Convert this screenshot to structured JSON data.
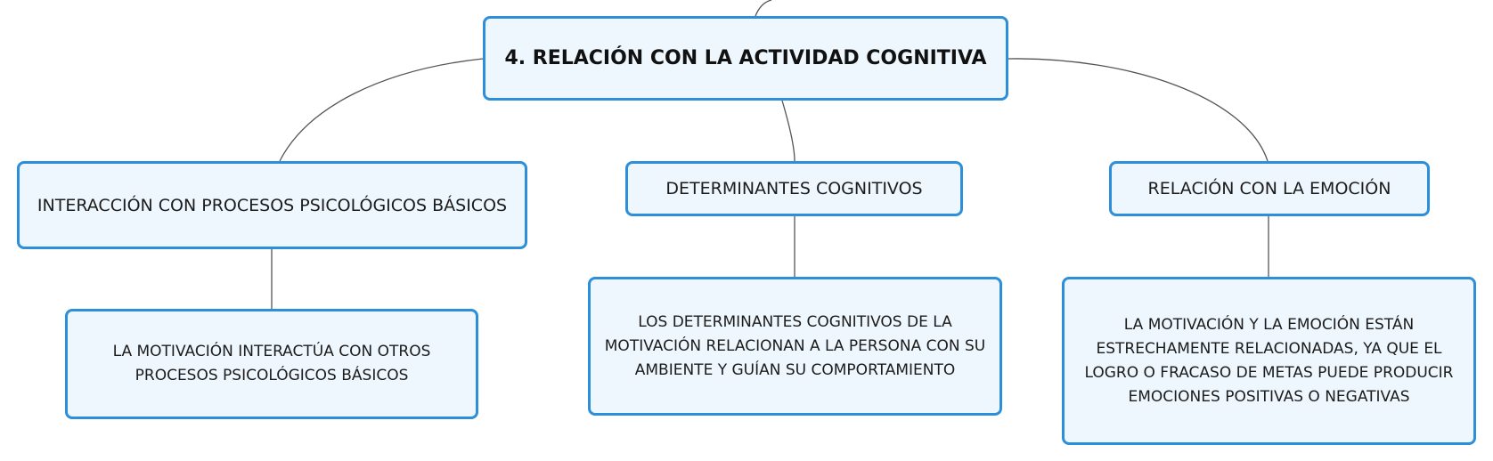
{
  "diagram": {
    "root": {
      "label": "4. RELACIÓN CON LA ACTIVIDAD COGNITIVA"
    },
    "branches": [
      {
        "label": "INTERACCIÓN CON PROCESOS PSICOLÓGICOS BÁSICOS",
        "child": "LA MOTIVACIÓN INTERACTÚA CON OTROS PROCESOS PSICOLÓGICOS BÁSICOS"
      },
      {
        "label": "DETERMINANTES COGNITIVOS",
        "child": "LOS DETERMINANTES COGNITIVOS DE LA MOTIVACIÓN RELACIONAN A LA PERSONA CON SU AMBIENTE Y GUÍAN SU COMPORTAMIENTO"
      },
      {
        "label": "RELACIÓN CON LA EMOCIÓN",
        "child": "LA MOTIVACIÓN Y LA EMOCIÓN ESTÁN ESTRECHAMENTE RELACIONADAS, YA QUE EL LOGRO O FRACASO DE METAS PUEDE PRODUCIR EMOCIONES POSITIVAS O NEGATIVAS"
      }
    ]
  },
  "colors": {
    "node_border": "#2d8fd9",
    "node_fill": "#eef7fe",
    "connector": "#555555"
  }
}
